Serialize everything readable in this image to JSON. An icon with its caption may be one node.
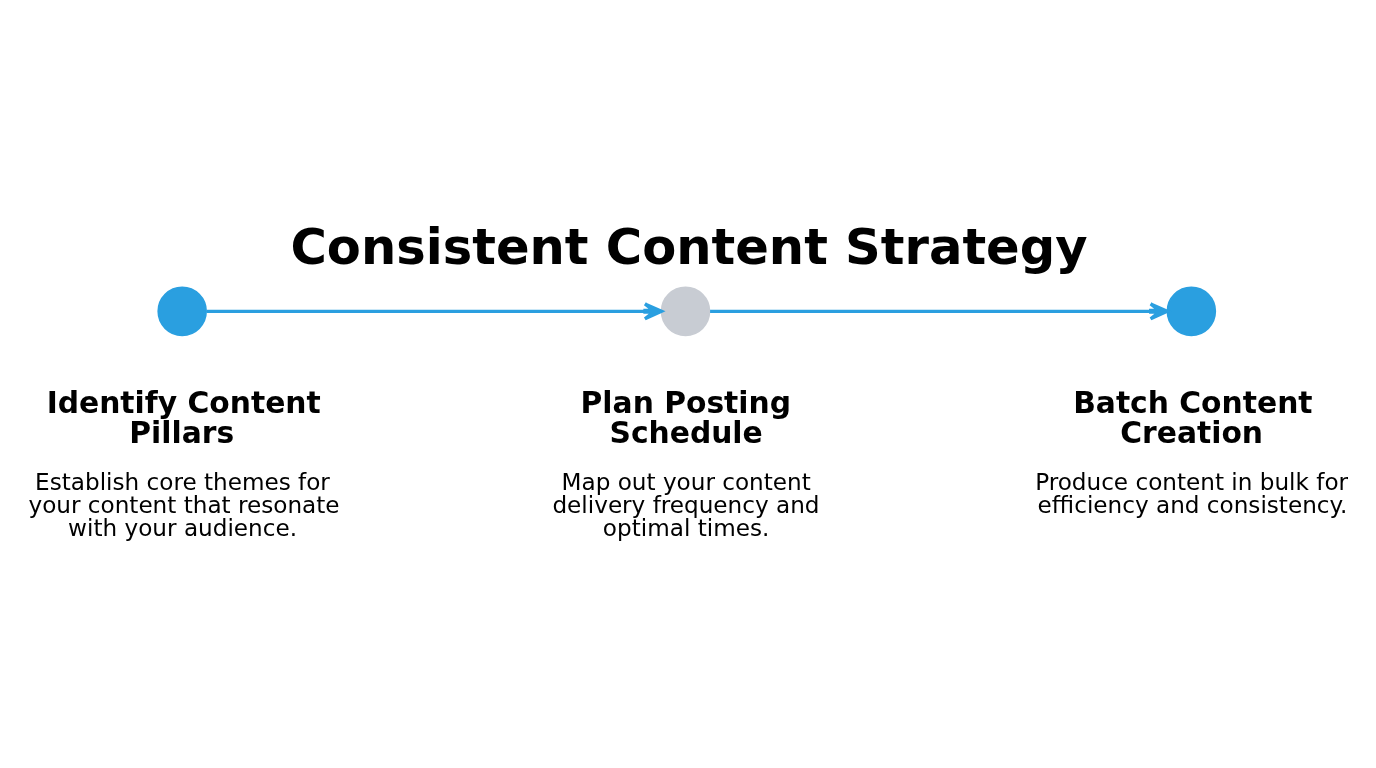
{
  "diagram": {
    "title": "Consistent Content Strategy",
    "nodes": [
      {
        "text": [],
        "shape": "circle",
        "beside": [
          "Identify Content Pillars",
          "Establish core themes for your content that resonate with your audience."
        ]
      },
      {
        "text": [],
        "shape": "circle",
        "beside": [
          "Plan Posting Schedule",
          "Map out your content delivery frequency and optimal times."
        ]
      },
      {
        "text": [],
        "shape": "circle",
        "beside": [
          "Batch Content Creation",
          "Produce content in bulk for efficiency and consistency."
        ]
      }
    ],
    "edges": [
      {
        "from": 0,
        "to": 1,
        "arrow": "to"
      },
      {
        "from": 1,
        "to": 2,
        "arrow": "to"
      }
    ]
  }
}
